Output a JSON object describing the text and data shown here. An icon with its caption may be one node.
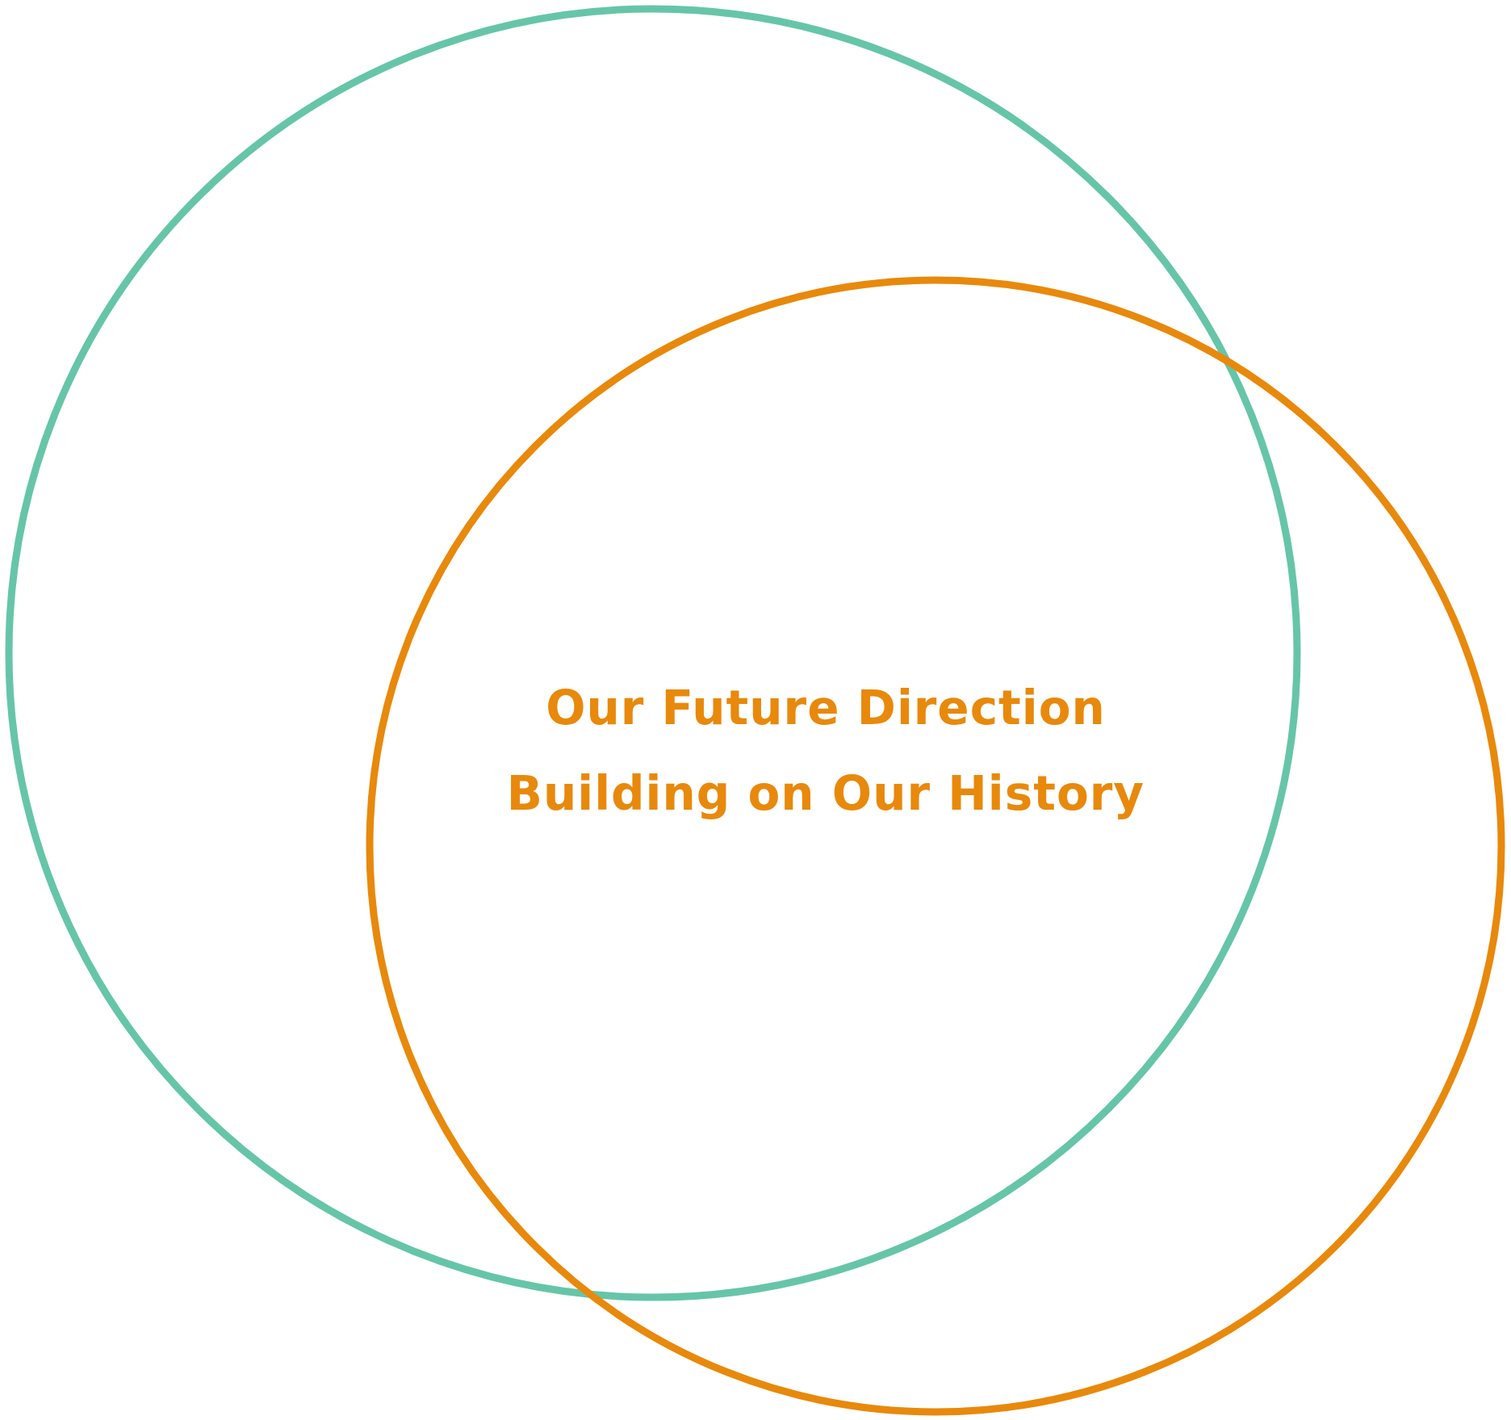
{
  "diagram": {
    "nodes": [
      {
        "text": [],
        "shape": "circle"
      },
      {
        "text": [
          "Our Future Direction",
          "Building on Our History"
        ]
      }
    ]
  }
}
